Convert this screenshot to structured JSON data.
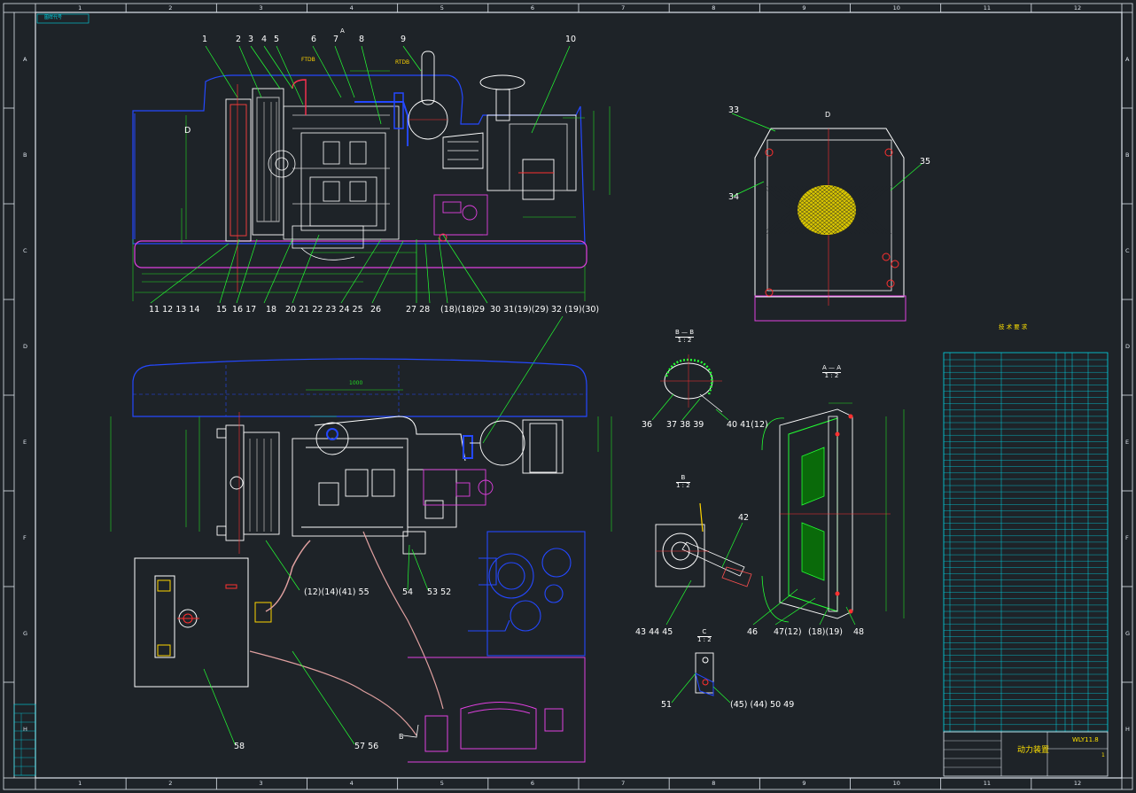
{
  "frame": {
    "cols": [
      "1",
      "2",
      "3",
      "4",
      "5",
      "6",
      "7",
      "8",
      "9",
      "10",
      "11",
      "12"
    ],
    "rows": [
      "A",
      "B",
      "C",
      "D",
      "E",
      "F",
      "G",
      "H"
    ],
    "corner_tag": "图样代号"
  },
  "colors": {
    "background": "#1e2328",
    "outline": "#ffffff",
    "dimension": "#22dd22",
    "part_blue": "#2448ff",
    "leader": "#23ff33",
    "highlight": "#ff2a7a",
    "label": "#ffffff",
    "title_yellow": "#ffe100",
    "cyan_table": "#00d7e6",
    "magenta": "#e040e0"
  },
  "top_view": {
    "part_labels": [
      "1",
      "2",
      "3",
      "4",
      "5",
      "6",
      "7",
      "8",
      "9",
      "10",
      "33",
      "34",
      "35"
    ],
    "bottom_labels": [
      "11 12 13 14",
      "15",
      "16 17",
      "18",
      "20 21 22 23 24 25",
      "26",
      "27 28",
      "(18)(18)",
      "29",
      "30 31(19)(29)",
      "32 (19)(30)"
    ],
    "letter_d": "D",
    "letter_d_right": "D",
    "tag_a": "A",
    "tags": [
      "FTDB",
      "RTDB"
    ]
  },
  "section_bb": {
    "title": "B — B",
    "scale": "1 : 2",
    "labels": [
      "36",
      "37 38 39",
      "40 41(12)"
    ]
  },
  "section_aa": {
    "title": "A — A",
    "scale": "1 : 2",
    "labels": [
      "46",
      "47(12)",
      "(18)(19)",
      "48"
    ]
  },
  "view_b": {
    "title": "B",
    "scale": "1 : 2",
    "labels": [
      "42",
      "43 44 45"
    ]
  },
  "view_c": {
    "title": "C",
    "scale": "1 : 2",
    "labels": [
      "51",
      "(45) (44) 50 49"
    ]
  },
  "bottom_view": {
    "labels": [
      "(12)(14)(41) 55",
      "54",
      "53 52",
      "58",
      "57 56"
    ],
    "dimension_top": "1000",
    "corner_b": "B"
  },
  "title_block": {
    "heading": "技 术 要 求",
    "note": "",
    "drawing_name": "动力装置",
    "code": "WLY11.8",
    "sheet": "1"
  }
}
